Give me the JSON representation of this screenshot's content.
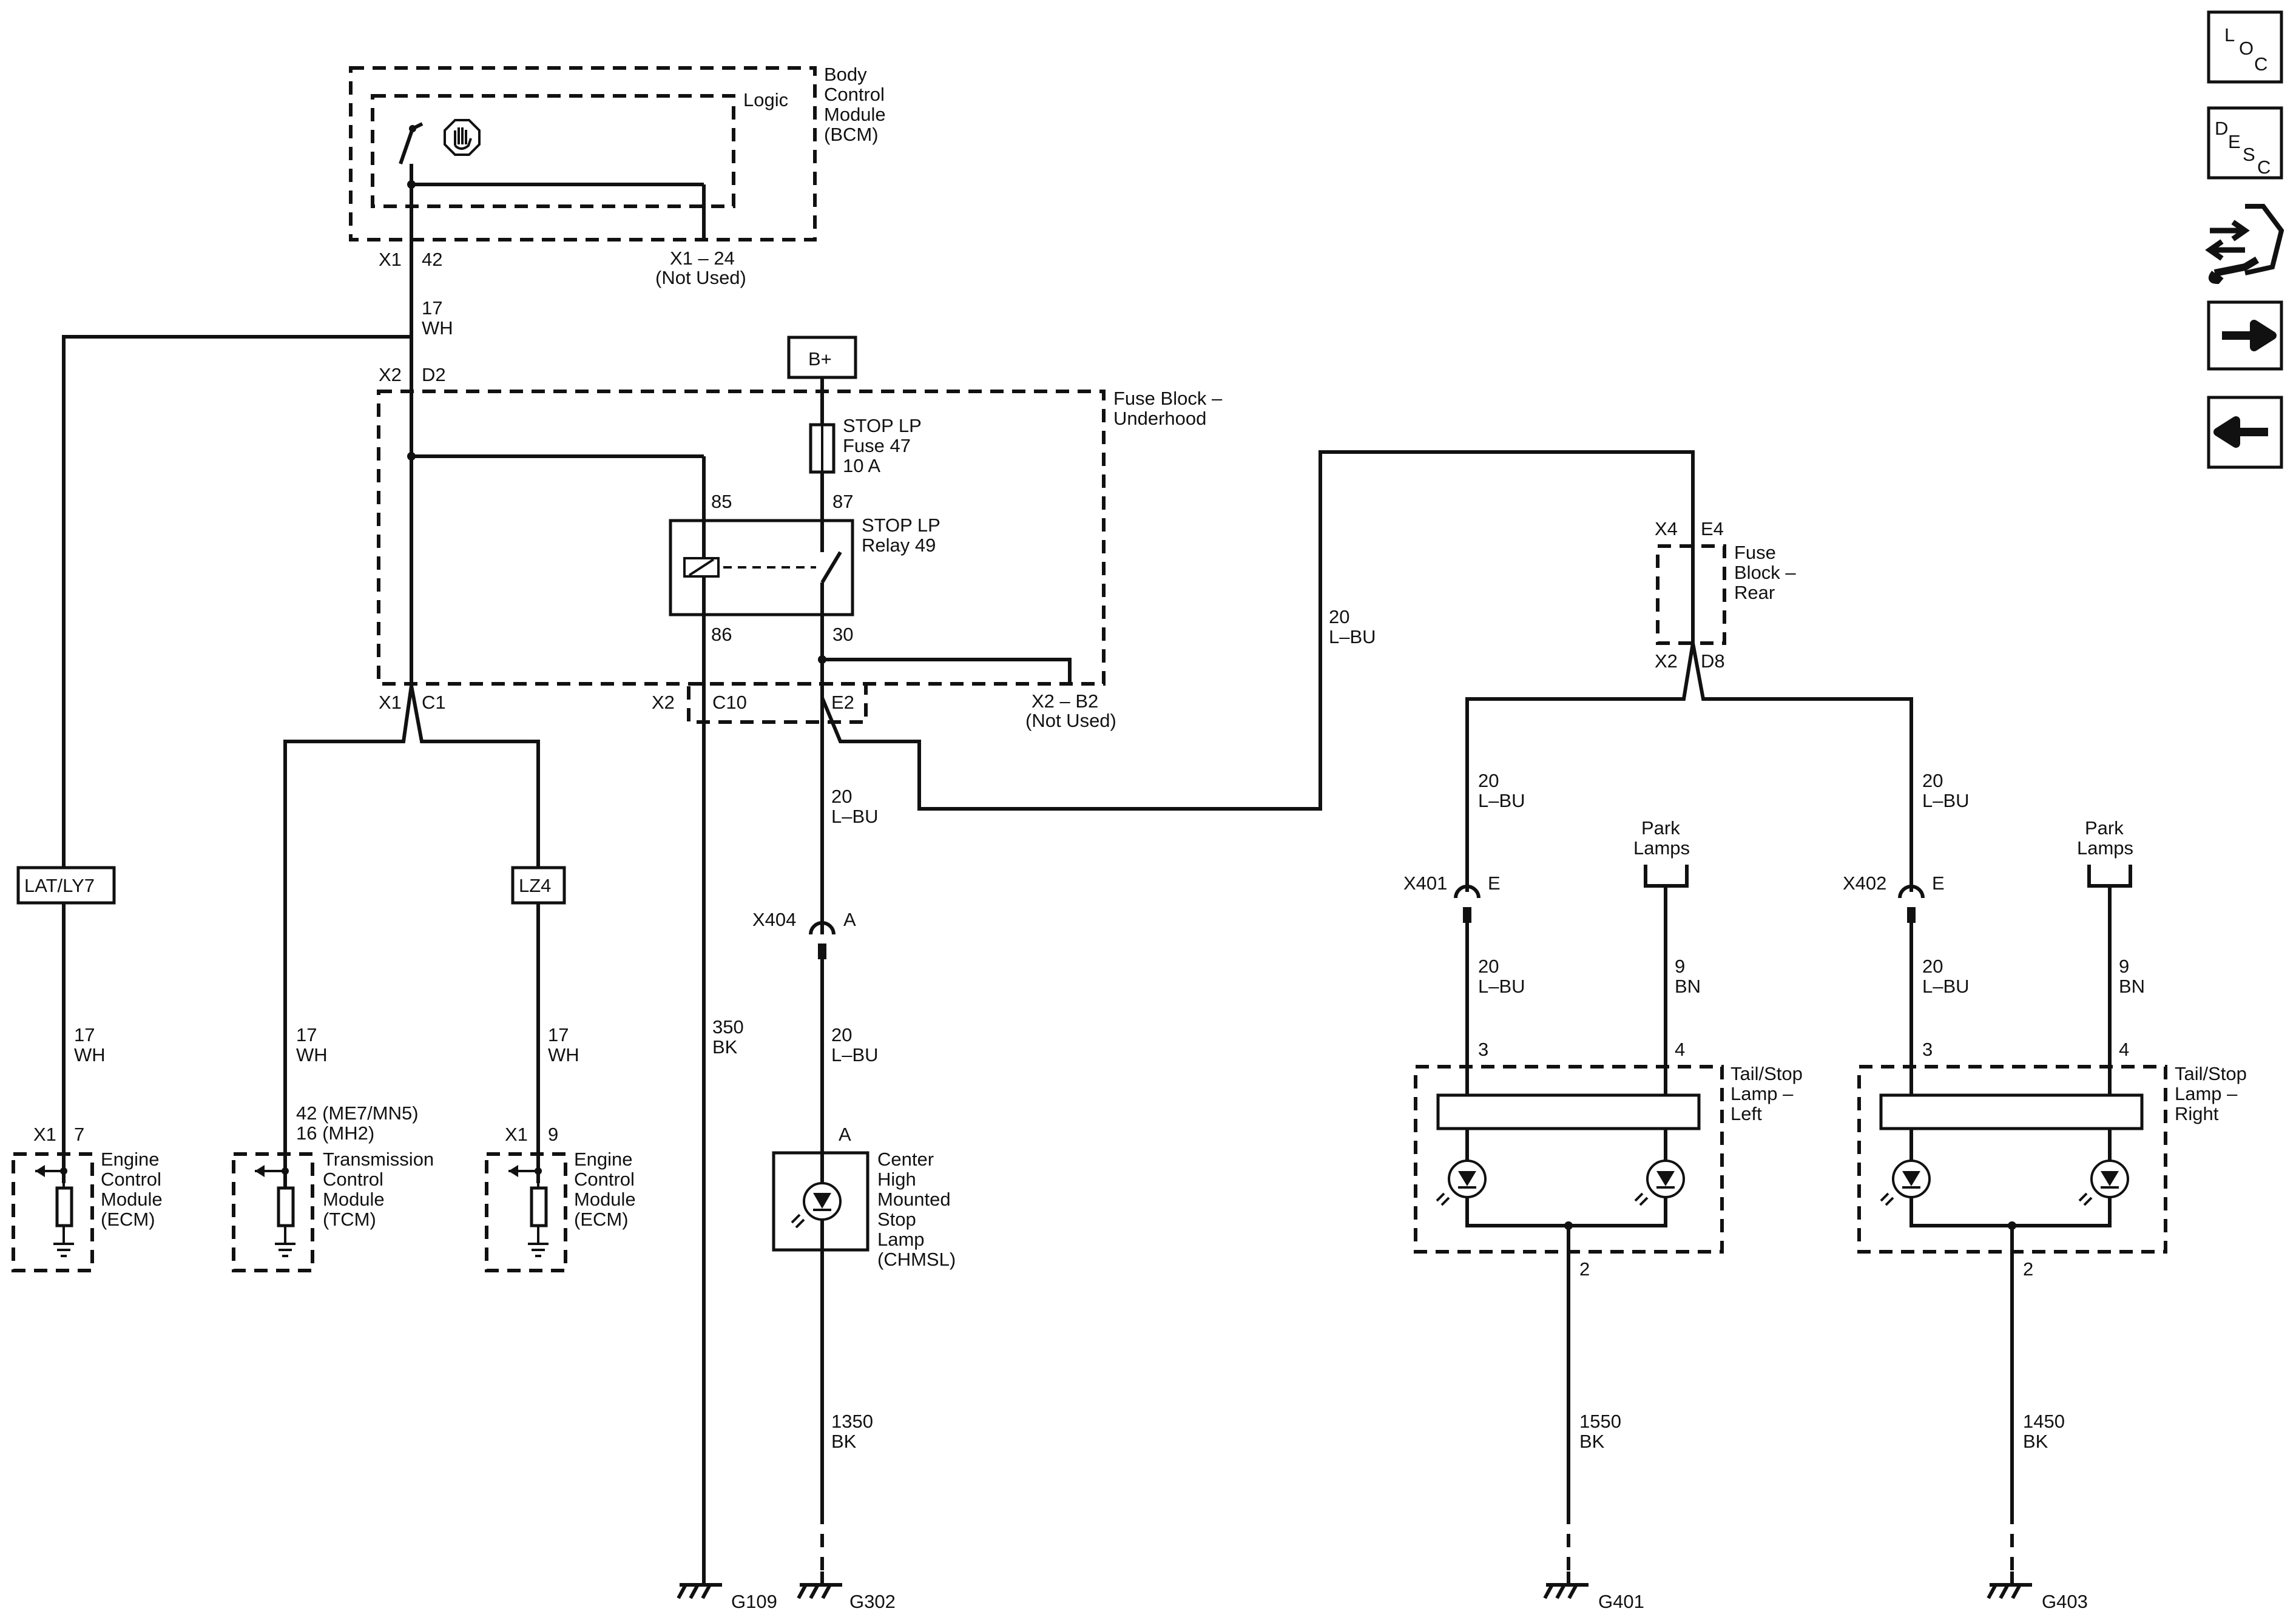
{
  "bcm": {
    "name_line1": "Body",
    "name_line2": "Control",
    "name_line3": "Module",
    "name_line4": "(BCM)",
    "logic": "Logic",
    "pin_left": "X1",
    "pin_left_num": "42",
    "pin_right": "X1 – 24",
    "pin_right_note": "(Not Used)"
  },
  "wire_bcm": {
    "gauge": "17",
    "color": "WH"
  },
  "fuse_block_underhood": {
    "name_line1": "Fuse Block –",
    "name_line2": "Underhood",
    "conn_top_a": "X2",
    "conn_top_b": "D2",
    "conn_bot_left_a": "X1",
    "conn_bot_left_b": "C1",
    "conn_bot_mid_a": "X2",
    "conn_bot_mid_b": "C10",
    "conn_bot_mid_c": "E2",
    "conn_bot_right": "X2 – B2",
    "conn_bot_right_note": "(Not Used)"
  },
  "battery": "B+",
  "fuse": {
    "line1": "STOP LP",
    "line2": "Fuse 47",
    "line3": "10 A"
  },
  "relay": {
    "line1": "STOP LP",
    "line2": "Relay 49",
    "pin85": "85",
    "pin87": "87",
    "pin86": "86",
    "pin30": "30"
  },
  "options": {
    "left": "LAT/LY7",
    "right": "LZ4"
  },
  "wires_low": {
    "left": {
      "gauge": "17",
      "color": "WH"
    },
    "mid": {
      "gauge": "17",
      "color": "WH"
    },
    "right": {
      "gauge": "17",
      "color": "WH"
    },
    "ground": {
      "gauge": "350",
      "color": "BK"
    },
    "relay_out": {
      "gauge": "20",
      "color": "L–BU"
    },
    "chmsl_in": {
      "gauge": "20",
      "color": "L–BU"
    },
    "chmsl_gnd": {
      "gauge": "1350",
      "color": "BK"
    },
    "rear_feed": {
      "gauge": "20",
      "color": "L–BU"
    }
  },
  "ecm1": {
    "conn": "X1",
    "pin": "7",
    "line1": "Engine",
    "line2": "Control",
    "line3": "Module",
    "line4": "(ECM)"
  },
  "tcm": {
    "pin_a": "42 (ME7/MN5)",
    "pin_b": "16 (MH2)",
    "line1": "Transmission",
    "line2": "Control",
    "line3": "Module",
    "line4": "(TCM)"
  },
  "ecm2": {
    "conn": "X1",
    "pin": "9",
    "line1": "Engine",
    "line2": "Control",
    "line3": "Module",
    "line4": "(ECM)"
  },
  "x404": {
    "conn": "X404",
    "pin": "A"
  },
  "chmsl": {
    "pin": "A",
    "line1": "Center",
    "line2": "High",
    "line3": "Mounted",
    "line4": "Stop",
    "line5": "Lamp",
    "line6": "(CHMSL)"
  },
  "fuse_block_rear": {
    "line1": "Fuse",
    "line2": "Block –",
    "line3": "Rear",
    "top_a": "X4",
    "top_b": "E4",
    "bot_a": "X2",
    "bot_b": "D8"
  },
  "left_lamp": {
    "wire_top": {
      "gauge": "20",
      "color": "L–BU"
    },
    "conn": "X401",
    "conn_pin": "E",
    "park": {
      "line1": "Park",
      "line2": "Lamps"
    },
    "wire_lower": {
      "gauge": "20",
      "color": "L–BU"
    },
    "wire_park": {
      "gauge": "9",
      "color": "BN"
    },
    "pin_a": "3",
    "pin_b": "4",
    "pin_gnd": "2",
    "name_line1": "Tail/Stop",
    "name_line2": "Lamp –",
    "name_line3": "Left",
    "wire_gnd": {
      "gauge": "1550",
      "color": "BK"
    }
  },
  "right_lamp": {
    "wire_top": {
      "gauge": "20",
      "color": "L–BU"
    },
    "conn": "X402",
    "conn_pin": "E",
    "park": {
      "line1": "Park",
      "line2": "Lamps"
    },
    "wire_lower": {
      "gauge": "20",
      "color": "L–BU"
    },
    "wire_park": {
      "gauge": "9",
      "color": "BN"
    },
    "pin_a": "3",
    "pin_b": "4",
    "pin_gnd": "2",
    "name_line1": "Tail/Stop",
    "name_line2": "Lamp –",
    "name_line3": "Right",
    "wire_gnd": {
      "gauge": "1450",
      "color": "BK"
    }
  },
  "grounds": {
    "g1": "G109",
    "g2": "G302",
    "g3": "G401",
    "g4": "G403"
  },
  "nav": {
    "loc_l": "L",
    "loc_o": "O",
    "loc_c": "C",
    "desc_d": "D",
    "desc_e": "E",
    "desc_s": "S",
    "desc_c": "C"
  }
}
